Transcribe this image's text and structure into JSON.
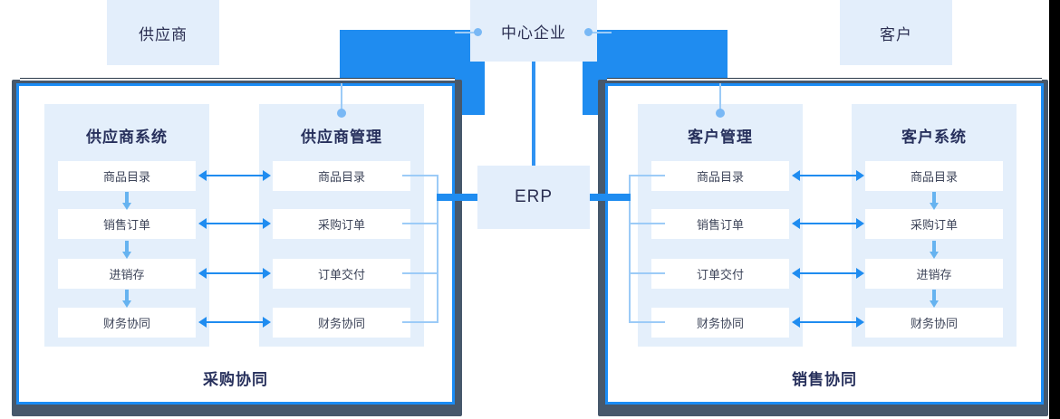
{
  "header": {
    "supplier": "供应商",
    "center_enterprise": "中心企业",
    "customer": "客户"
  },
  "core": {
    "erp": "ERP"
  },
  "panels": [
    {
      "id": "purchase",
      "caption": "采购协同",
      "columns": [
        {
          "id": "supplier-system",
          "title": "供应商系统",
          "flow": "vertical",
          "nodes": [
            "商品目录",
            "销售订单",
            "进销存",
            "财务协同"
          ]
        },
        {
          "id": "supplier-management",
          "title": "供应商管理",
          "flow": "bracket",
          "nodes": [
            "商品目录",
            "采购订单",
            "订单交付",
            "财务协同"
          ]
        }
      ]
    },
    {
      "id": "sales",
      "caption": "销售协同",
      "columns": [
        {
          "id": "customer-management",
          "title": "客户管理",
          "flow": "bracket",
          "nodes": [
            "商品目录",
            "销售订单",
            "订单交付",
            "财务协同"
          ]
        },
        {
          "id": "customer-system",
          "title": "客户系统",
          "flow": "vertical",
          "nodes": [
            "商品目录",
            "采购订单",
            "进销存",
            "财务协同"
          ]
        }
      ]
    }
  ],
  "colors": {
    "brand_blue": "#1f8cf0",
    "pale_blue": "#9ccbf7",
    "box_fill": "#e3eefb",
    "column_fill": "#e4effb",
    "frame_dark": "#47586b",
    "text_dark": "#27305c"
  }
}
